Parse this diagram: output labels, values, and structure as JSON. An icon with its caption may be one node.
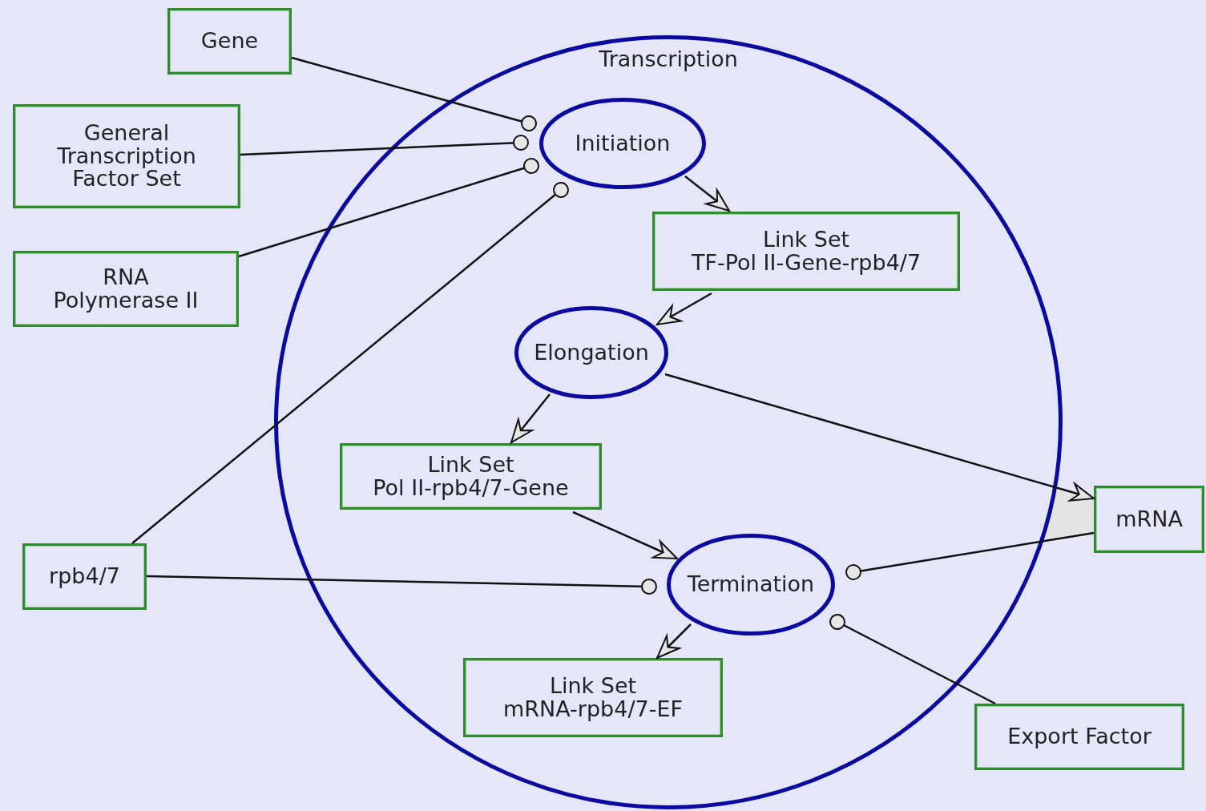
{
  "diagram": {
    "nodes": [
      {
        "text": [
          "Transcription"
        ]
      },
      {
        "text": [
          "Gene"
        ]
      },
      {
        "text": [
          "General Transcription Factor Set"
        ]
      },
      {
        "text": [
          "RNA Polymerase II"
        ]
      },
      {
        "text": [
          "Initiation"
        ],
        "in": 0
      },
      {
        "text": [
          "Link Set",
          "TF-Pol II-Gene-rpb4/7"
        ],
        "in": 0
      },
      {
        "text": [
          "Elongation"
        ],
        "in": 0
      },
      {
        "text": [
          "Link Set",
          "Pol II-rpb4/7-Gene"
        ],
        "in": 0
      },
      {
        "text": [
          "rpb4/7"
        ]
      },
      {
        "text": [
          "mRNA"
        ]
      },
      {
        "text": [
          "Termination"
        ],
        "in": 0
      },
      {
        "text": [
          "Link Set",
          "mRNA-rpb4/7-EF"
        ],
        "in": 0
      },
      {
        "text": [
          "Export Factor"
        ]
      }
    ],
    "edges": [
      {
        "from": 1,
        "to": 4,
        "arrow": "other"
      },
      {
        "from": 2,
        "to": 4,
        "arrow": "other"
      },
      {
        "from": 3,
        "to": 4,
        "arrow": "other"
      },
      {
        "from": 8,
        "to": 4,
        "arrow": "other"
      },
      {
        "from": 4,
        "to": 5,
        "arrow": "to"
      },
      {
        "from": 5,
        "to": 6,
        "arrow": "to"
      },
      {
        "from": 6,
        "to": 7,
        "arrow": "to"
      },
      {
        "from": 6,
        "to": 9,
        "arrow": "to"
      },
      {
        "from": 7,
        "to": 10,
        "arrow": "to"
      },
      {
        "from": 8,
        "to": 10,
        "arrow": "other"
      },
      {
        "from": 9,
        "to": 10,
        "arrow": "other"
      },
      {
        "from": 10,
        "to": 11,
        "arrow": "to"
      },
      {
        "from": 12,
        "to": 10,
        "arrow": "other"
      }
    ]
  }
}
